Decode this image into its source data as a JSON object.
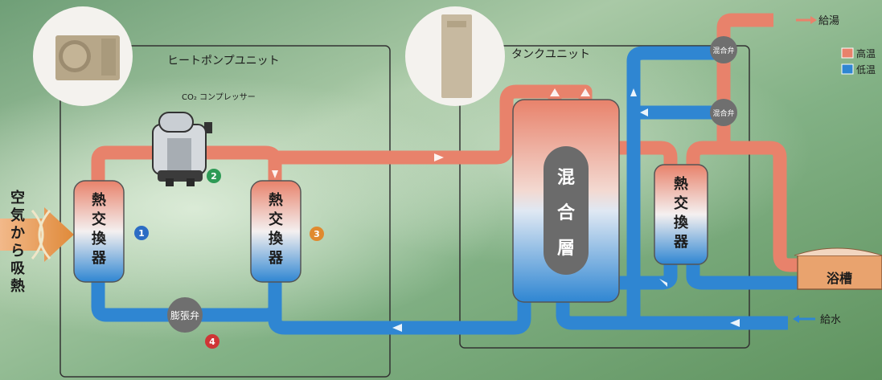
{
  "heatpump_unit": {
    "title": "ヒートポンプユニット"
  },
  "tank_unit": {
    "title": "タンクユニット"
  },
  "compressor": {
    "label": "CO₂ コンプレッサー"
  },
  "air_intake": {
    "lines": [
      "空",
      "気",
      "か",
      "ら",
      "吸",
      "熱"
    ]
  },
  "hx1": {
    "lines": [
      "熱",
      "交",
      "換",
      "器"
    ]
  },
  "hx2": {
    "lines": [
      "熱",
      "交",
      "換",
      "器"
    ]
  },
  "hx3": {
    "lines": [
      "熱",
      "交",
      "換",
      "器"
    ]
  },
  "mixing_layer": {
    "lines": [
      "混",
      "合",
      "層"
    ]
  },
  "expansion_valve": {
    "label": "膨張弁"
  },
  "mixing_valve_top": {
    "label": "混合弁"
  },
  "mixing_valve_mid": {
    "label": "混合弁"
  },
  "bathtub": {
    "label": "浴槽"
  },
  "supply_hot": {
    "label": "給湯"
  },
  "supply_water": {
    "label": "給水"
  },
  "legend": {
    "high": "高温",
    "low": "低温"
  },
  "steps": [
    "1",
    "2",
    "3",
    "4"
  ],
  "colors": {
    "hot": "#e8826b",
    "cold": "#2f86d2",
    "valve": "#6f6f6f",
    "step1": "#2c6cc4",
    "step2": "#2d9a55",
    "step3": "#e0892e",
    "step4": "#cf3535"
  }
}
